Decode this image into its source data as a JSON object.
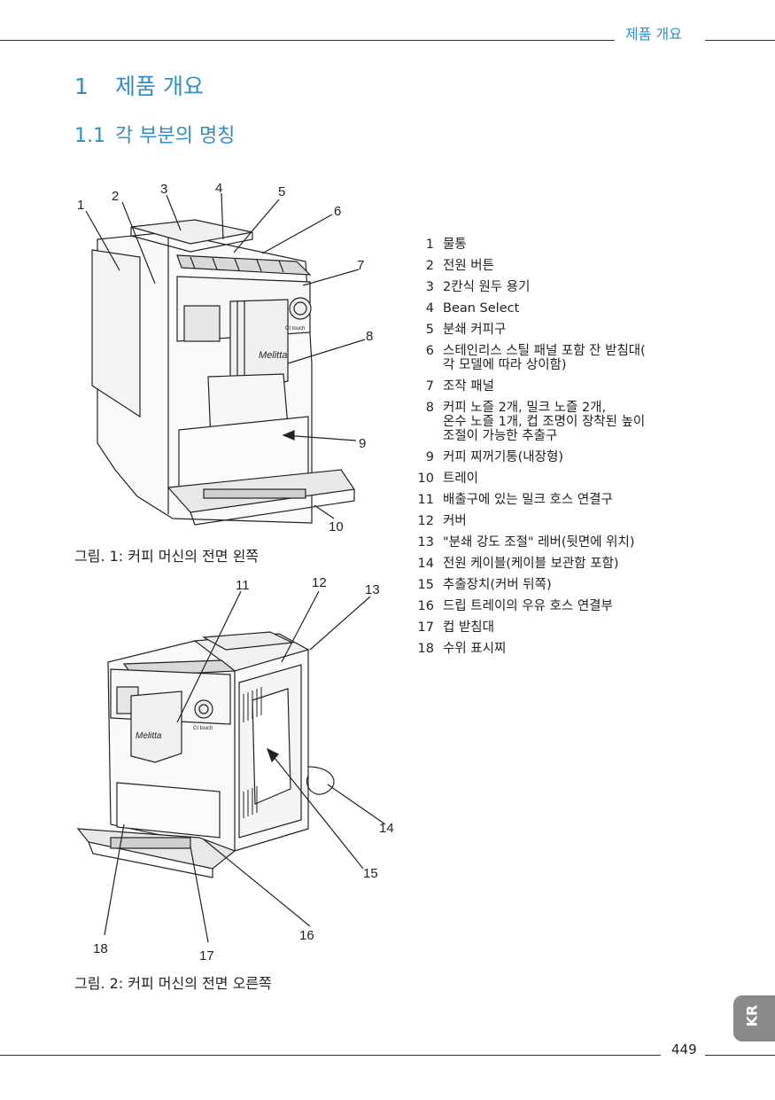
{
  "header": {
    "title": "제품 개요"
  },
  "heading1": {
    "number": "1",
    "text": "제품 개요"
  },
  "heading2": {
    "number": "1.1",
    "text": "각 부분의 명칭"
  },
  "figure1": {
    "caption": "그림. 1: 커피 머신의 전면 왼쪽",
    "callouts": [
      "1",
      "2",
      "3",
      "4",
      "5",
      "6",
      "7",
      "8",
      "9",
      "10"
    ],
    "brand_text": "Melitta",
    "panel_text": "CI touch"
  },
  "figure2": {
    "caption": "그림. 2: 커피 머신의 전면 오른쪽",
    "callouts": [
      "11",
      "12",
      "13",
      "14",
      "15",
      "16",
      "17",
      "18"
    ],
    "brand_text": "Melitta",
    "panel_text": "CI touch"
  },
  "parts": [
    {
      "num": "1",
      "text": "물통"
    },
    {
      "num": "2",
      "text": "전원 버튼"
    },
    {
      "num": "3",
      "text": "2칸식 원두 용기"
    },
    {
      "num": "4",
      "text": "Bean Select"
    },
    {
      "num": "5",
      "text": "분쇄 커피구"
    },
    {
      "num": "6",
      "text": "스테인리스 스틸 패널 포함 잔 받침대(\n각 모델에 따라 상이함)"
    },
    {
      "num": "7",
      "text": "조작 패널"
    },
    {
      "num": "8",
      "text": "커피 노즐 2개, 밀크 노즐 2개,\n온수 노즐 1개, 컵 조명이 장착된 높이\n조절이 가능한 추출구"
    },
    {
      "num": "9",
      "text": "커피 찌꺼기통(내장형)"
    },
    {
      "num": "10",
      "text": "트레이"
    },
    {
      "num": "11",
      "text": "배출구에 있는 밀크 호스 연결구"
    },
    {
      "num": "12",
      "text": "커버"
    },
    {
      "num": "13",
      "text": "\"분쇄 강도 조절\" 레버(뒷면에 위치)"
    },
    {
      "num": "14",
      "text": "전원 케이블(케이블 보관함 포함)"
    },
    {
      "num": "15",
      "text": "추출장치(커버 뒤쪽)"
    },
    {
      "num": "16",
      "text": "드립 트레이의 우유 호스 연결부"
    },
    {
      "num": "17",
      "text": "컵 받침대"
    },
    {
      "num": "18",
      "text": "수위 표시찌"
    }
  ],
  "side_tab": {
    "label": "KR"
  },
  "footer": {
    "page_number": "449"
  }
}
